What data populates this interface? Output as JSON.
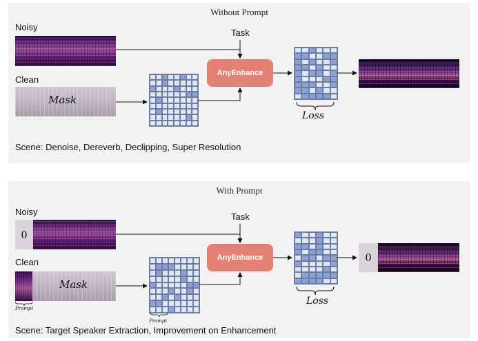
{
  "colors": {
    "panel_bg": "#f2f2f2",
    "enhancer": "#e38176",
    "grid_light": "#dde8f4",
    "grid_dark": "#8aa2d8",
    "arrow": "#111111"
  },
  "top": {
    "title": "Without Prompt",
    "noisy_label": "Noisy",
    "clean_label": "Clean",
    "task_label": "Task",
    "mask_text": "Mask",
    "enhancer_label": "AnyEnhance",
    "loss_label": "Loss",
    "scene": "Scene: Denoise, Dereverb, Declipping, Super Resolution"
  },
  "bottom": {
    "title": "With Prompt",
    "noisy_label": "Noisy",
    "clean_label": "Clean",
    "task_label": "Task",
    "zero_noisy": "0",
    "zero_output": "0",
    "mask_text": "Mask",
    "prompt_label_input": "Prompt",
    "prompt_label_grid": "Prompt",
    "enhancer_label": "AnyEnhance",
    "loss_label": "Loss",
    "scene": "Scene: Target Speaker Extraction, Improvement on Enhancement"
  },
  "icons": [
    "arrow-icon",
    "brace-icon"
  ]
}
